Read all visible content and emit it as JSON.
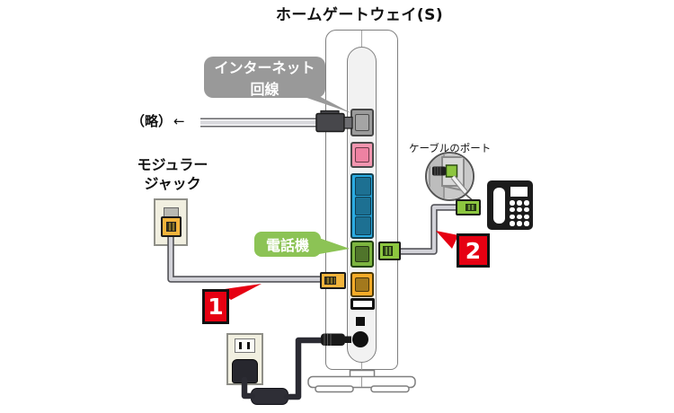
{
  "title": "ホームゲートウェイ(S)",
  "callouts": {
    "internet_line": {
      "text_line1": "インターネット",
      "text_line2": "回線",
      "bubble_color": "#999999",
      "text_color": "#ffffff"
    },
    "phone": {
      "text": "電話機",
      "bubble_color": "#8cc355",
      "text_color": "#ffffff"
    }
  },
  "labels": {
    "omitted": "（略）",
    "omitted_arrow": "←",
    "modular_jack_line1": "モジュラー",
    "modular_jack_line2": "ジャック",
    "cable_port": "ケーブルのポート"
  },
  "steps": [
    {
      "number": "1",
      "badge_color": "#e60012"
    },
    {
      "number": "2",
      "badge_color": "#e60012"
    }
  ],
  "device": {
    "ports": [
      {
        "name": "wan-port",
        "frame_color": "#9b9b9b",
        "inner_color": "#a5a5a5"
      },
      {
        "name": "pink-port",
        "frame_color": "#f295af",
        "inner_color": "#ee82a2"
      },
      {
        "name": "lan-port-1",
        "frame_color": "#2aabe2",
        "inner_color": "#1d7092"
      },
      {
        "name": "lan-port-2",
        "frame_color": "#2aabe2",
        "inner_color": "#1d7092"
      },
      {
        "name": "lan-port-3",
        "frame_color": "#2aabe2",
        "inner_color": "#1d7092"
      },
      {
        "name": "phone-port",
        "frame_color": "#7cb53f",
        "inner_color": "#50752b"
      },
      {
        "name": "line-port",
        "frame_color": "#f6ab28",
        "inner_color": "#a3791d"
      },
      {
        "name": "usb-port",
        "color": "#111111"
      },
      {
        "name": "power-jack",
        "color": "#111111"
      }
    ],
    "cable_colors": {
      "signal_cable": "#d2d2d8",
      "power_cable": "#2b2b33",
      "connector_yellow": "#f2b43c",
      "connector_green": "#8cc63f"
    }
  }
}
